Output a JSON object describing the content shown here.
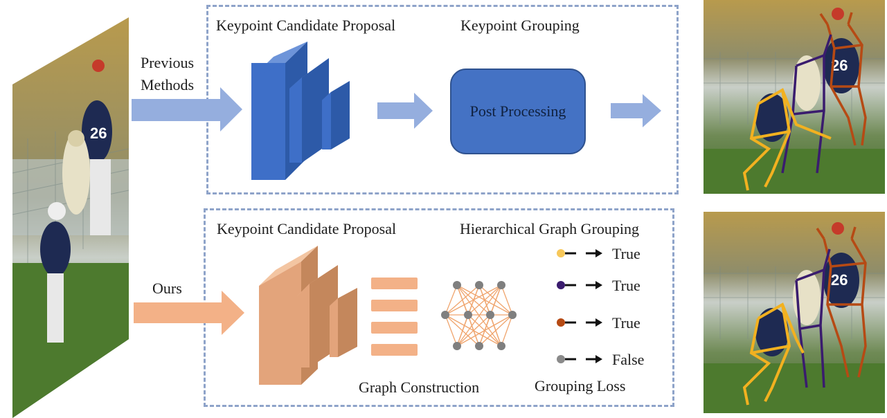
{
  "top": {
    "left_label_line1": "Previous",
    "left_label_line2": "Methods",
    "section1_title": "Keypoint Candidate Proposal",
    "section2_title": "Keypoint Grouping",
    "post_processing": "Post Processing"
  },
  "bottom": {
    "left_label": "Ours",
    "section1_title": "Keypoint Candidate Proposal",
    "section2_title": "Hierarchical Graph Grouping",
    "graph_caption": "Graph Construction",
    "loss_caption": "Grouping Loss",
    "legend": [
      {
        "color": "#f7c85a",
        "label": "True"
      },
      {
        "color": "#3a1c6e",
        "label": "True"
      },
      {
        "color": "#b64a14",
        "label": "True"
      },
      {
        "color": "#8a8a8a",
        "label": "False"
      }
    ]
  },
  "colors": {
    "blue_arrow": "#95aede",
    "blue_block": "#3e6fc8",
    "orange_arrow": "#f3b187",
    "orange_block": "#e3a47b",
    "panel_border": "#8ea3c9"
  },
  "images": [
    "football-photo-input",
    "pose-result-previous",
    "pose-result-ours"
  ]
}
